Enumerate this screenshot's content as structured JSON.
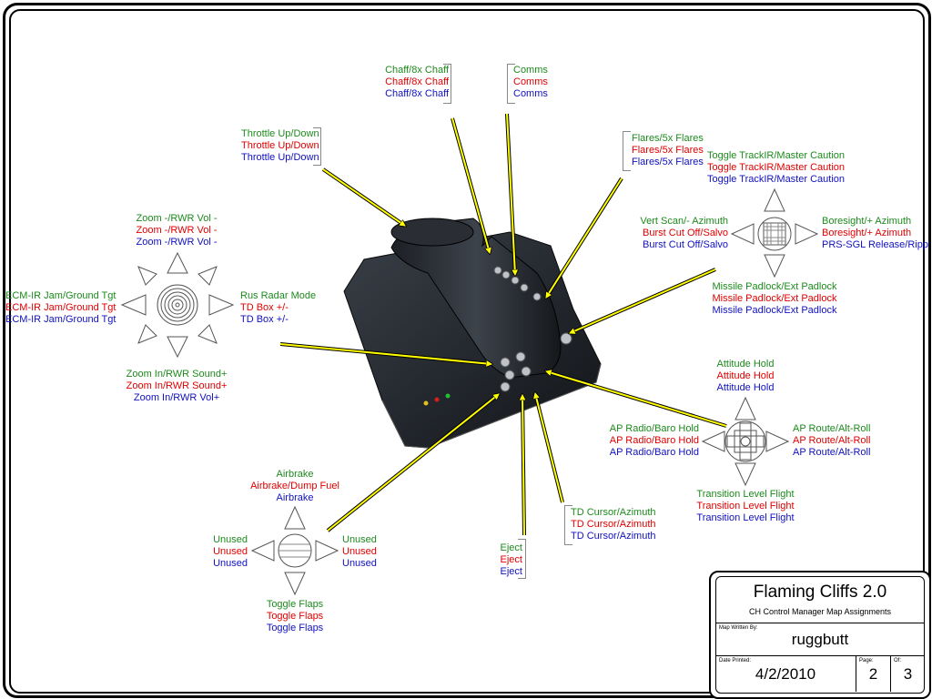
{
  "title_block": {
    "title": "Flaming Cliffs 2.0",
    "subtitle": "CH Control Manager Map Assignments",
    "written_by_label": "Map Written By:",
    "author": "ruggbutt",
    "date_label": "Date Printed:",
    "date": "4/2/2010",
    "page_label": "Page:",
    "page": "2",
    "of_label": "Of:",
    "of": "3"
  },
  "left_hat": {
    "up": [
      "Zoom -/RWR Vol -",
      "Zoom -/RWR Vol -",
      "Zoom -/RWR Vol -"
    ],
    "left": [
      "ECM-IR Jam/Ground Tgt",
      "ECM-IR Jam/Ground Tgt",
      "ECM-IR Jam/Ground Tgt"
    ],
    "right": [
      "Rus Radar Mode",
      "TD Box +/-",
      "TD Box +/-"
    ],
    "down": [
      "Zoom In/RWR Sound+",
      "Zoom In/RWR Sound+",
      "Zoom In/RWR Vol+"
    ]
  },
  "throttle": [
    "Throttle Up/Down",
    "Throttle Up/Down",
    "Throttle Up/Down"
  ],
  "chaff": [
    "Chaff/8x Chaff",
    "Chaff/8x Chaff",
    "Chaff/8x Chaff"
  ],
  "comms": [
    "Comms",
    "Comms",
    "Comms"
  ],
  "flares": [
    "Flares/5x Flares",
    "Flares/5x Flares",
    "Flares/5x Flares"
  ],
  "right_hat": {
    "up": [
      "Toggle TrackIR/Master Caution",
      "Toggle TrackIR/Master Caution",
      "Toggle TrackIR/Master Caution"
    ],
    "left": [
      "Vert Scan/- Azimuth",
      "Burst Cut Off/Salvo",
      "Burst Cut Off/Salvo"
    ],
    "right": [
      "Boresight/+ Azimuth",
      "Boresight/+ Azimuth",
      "PRS-SGL Release/Ripple"
    ],
    "down": [
      "Missile Padlock/Ext Padlock",
      "Missile Padlock/Ext Padlock",
      "Missile Padlock/Ext Padlock"
    ]
  },
  "ap_hat": {
    "up": [
      "Attitude Hold",
      "Attitude Hold",
      "Attitude Hold"
    ],
    "left": [
      "AP Radio/Baro Hold",
      "AP Radio/Baro Hold",
      "AP Radio/Baro Hold"
    ],
    "right": [
      "AP Route/Alt-Roll",
      "AP Route/Alt-Roll",
      "AP Route/Alt-Roll"
    ],
    "down": [
      "Transition Level Flight",
      "Transition Level Flight",
      "Transition Level Flight"
    ]
  },
  "airbrake_hat": {
    "up": [
      "Airbrake",
      "Airbrake/Dump Fuel",
      "Airbrake"
    ],
    "left": [
      "Unused",
      "Unused",
      "Unused"
    ],
    "right": [
      "Unused",
      "Unused",
      "Unused"
    ],
    "down": [
      "Toggle Flaps",
      "Toggle Flaps",
      "Toggle Flaps"
    ]
  },
  "eject": [
    "Eject",
    "Eject",
    "Eject"
  ],
  "td_cursor": [
    "TD Cursor/Azimuth",
    "TD Cursor/Azimuth",
    "TD Cursor/Azimuth"
  ],
  "colors": {
    "mode1": "#1d8a1d",
    "mode2": "#e00000",
    "mode3": "#1010c0",
    "arrow": "#ffff00"
  }
}
